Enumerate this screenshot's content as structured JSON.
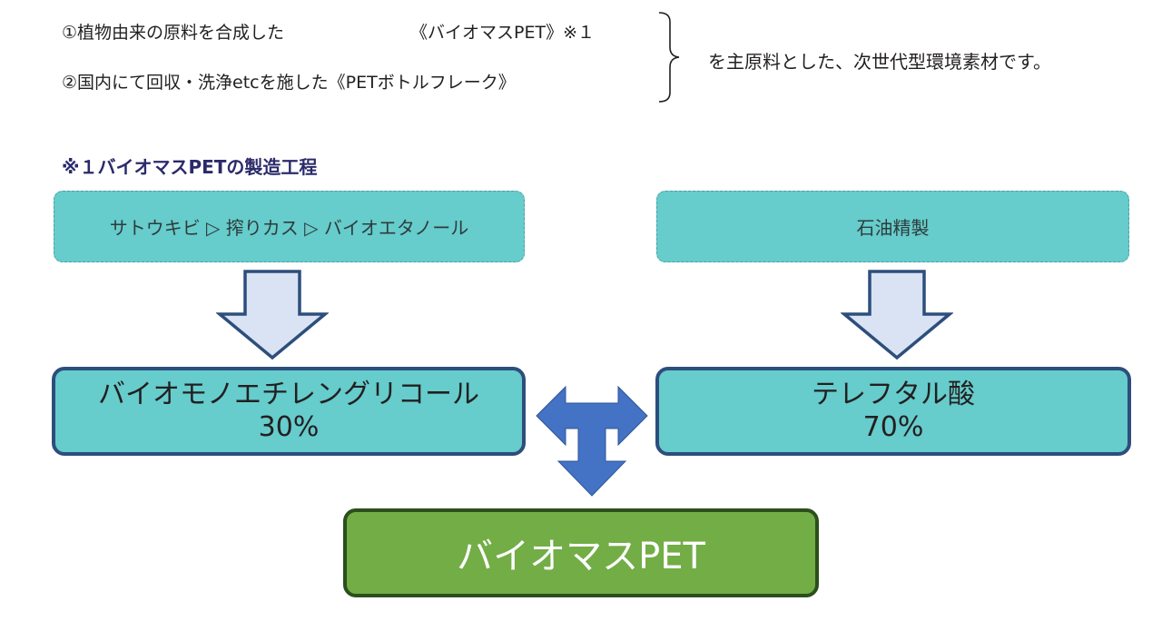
{
  "intro": {
    "line1_prefix": "①植物由来の原料を合成した",
    "line1_suffix": "《バイオマスPET》※１",
    "line2": "②国内にて回収・洗浄etcを施した《PETボトルフレーク》",
    "summary": "を主原料とした、次世代型環境素材です。"
  },
  "note_title": "※１バイオマスPETの製造工程",
  "left_source": "サトウキビ ▷ 搾りカス ▷ バイオエタノール",
  "right_source": "石油精製",
  "left_component": {
    "name": "バイオモノエチレングリコール",
    "share": "30%"
  },
  "right_component": {
    "name": "テレフタル酸",
    "share": "70%"
  },
  "product": "バイオマスPET",
  "colors": {
    "teal": "#66cccc",
    "navy": "#2d4e7d",
    "green": "#72ad46",
    "arrow_light": "#dae3f3",
    "arrow_blue": "#4472c4"
  }
}
